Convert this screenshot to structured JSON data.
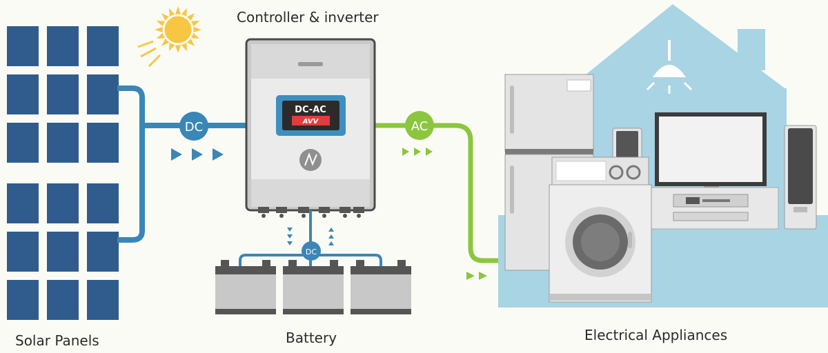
{
  "labels": {
    "solar_panels": "Solar Panels",
    "battery": "Battery",
    "electrical_appliances": "Electrical Appliances",
    "controller": "Controller & inverter"
  },
  "badges": {
    "dc_panels": "DC",
    "ac_output": "AC",
    "dc_battery": "DC",
    "inverter_display": "DC-AC",
    "inverter_logo": "AVV"
  },
  "colors": {
    "panel": "#2f5c8c",
    "dc_line": "#3a86b6",
    "ac_line": "#8cc63f",
    "house": "#a9d4e4",
    "sun": "#f7c744",
    "inverter_body": "#d9d9d9",
    "display": "#3d8fbf",
    "logo_red": "#e23c3c",
    "battery": "#c8c8c8"
  },
  "icons": [
    "sun-icon",
    "inverter-logo-icon",
    "ceiling-lamp-icon",
    "flow-arrow-icon"
  ]
}
